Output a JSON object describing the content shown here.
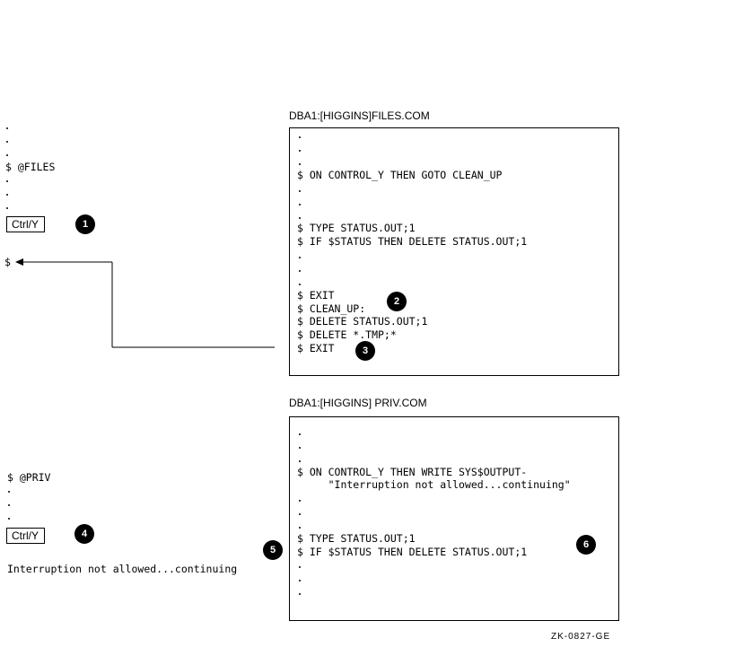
{
  "figure_id": "ZK-0827-GE",
  "files_panel": {
    "title": "DBA1:[HIGGINS]FILES.COM",
    "lines": [
      "$ ON CONTROL_Y THEN GOTO CLEAN_UP",
      "$ TYPE STATUS.OUT;1",
      "$ IF $STATUS THEN DELETE STATUS.OUT;1",
      "$ EXIT",
      "$ CLEAN_UP:",
      "$ DELETE STATUS.OUT;1",
      "$ DELETE *.TMP;*",
      "$ EXIT"
    ]
  },
  "priv_panel": {
    "title": "DBA1:[HIGGINS] PRIV.COM",
    "lines": [
      "$ ON CONTROL_Y THEN WRITE SYS$OUTPUT-",
      "     \"Interruption not allowed...continuing\"",
      "$ TYPE STATUS.OUT;1",
      "$ IF $STATUS THEN DELETE STATUS.OUT;1"
    ]
  },
  "terminal_top": {
    "command": "$ @FILES",
    "key": "Ctrl/Y",
    "prompt": "$"
  },
  "terminal_bottom": {
    "command": "$ @PRIV",
    "key": "Ctrl/Y",
    "message": "Interruption not allowed...continuing"
  },
  "callouts": [
    "1",
    "2",
    "3",
    "4",
    "5",
    "6"
  ]
}
